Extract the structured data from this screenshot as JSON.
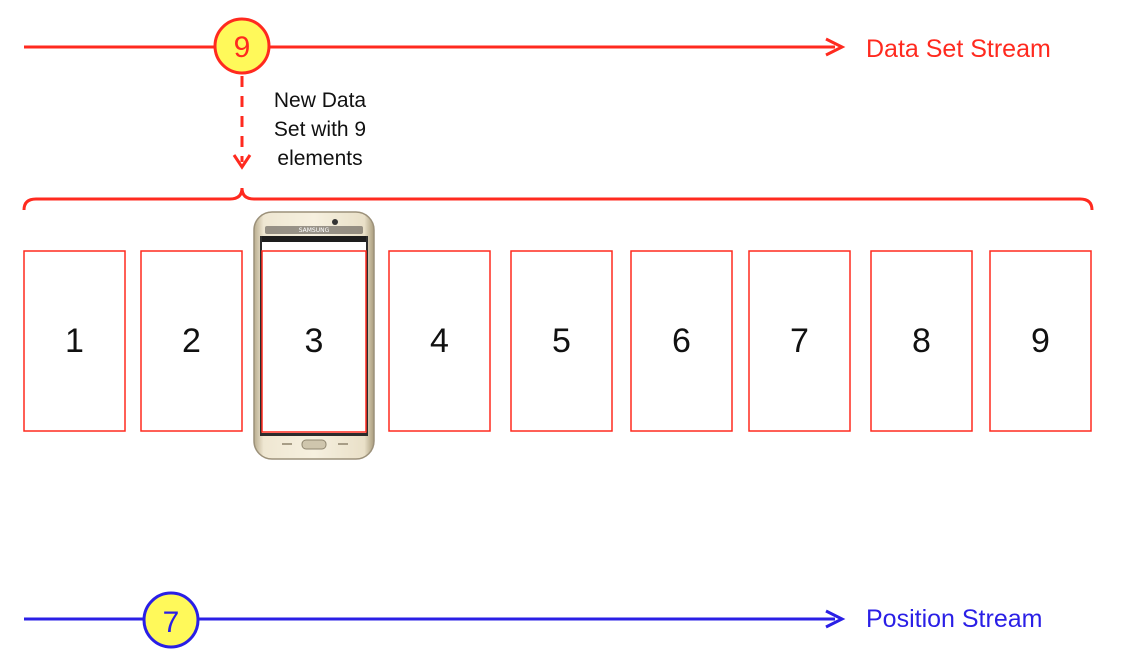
{
  "data_set_stream": {
    "label": "Data Set Stream",
    "marble": "9",
    "color": "#ff2a1f"
  },
  "note": {
    "line1": "New Data",
    "line2": "Set with 9",
    "line3": "elements"
  },
  "items": [
    "1",
    "2",
    "3",
    "4",
    "5",
    "6",
    "7",
    "8",
    "9"
  ],
  "device": {
    "brand": "SAMSUNG",
    "overlay_item": "3"
  },
  "position_stream": {
    "label": "Position Stream",
    "marble": "7",
    "color": "#2a1fe6"
  },
  "colors": {
    "marble_fill": "#fff95a",
    "item_border": "#ff2a1f"
  }
}
